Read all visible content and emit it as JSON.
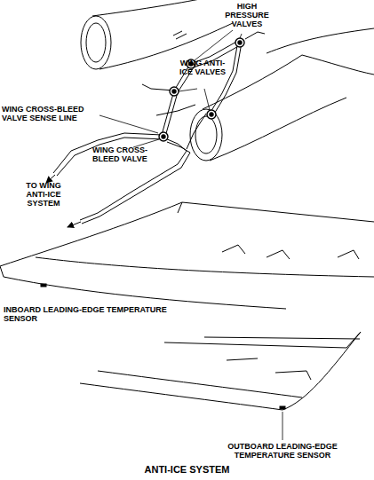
{
  "diagram": {
    "caption": "ANTI-ICE SYSTEM",
    "labels": [
      "HIGH PRESSURE VALVES",
      "WING ANTI-ICE VALVES",
      "WING CROSS-BLEED VALVE SENSE LINE",
      "WING CROSS-BLEED VALVE",
      "TO WING ANTI-ICE SYSTEM",
      "INBOARD LEADING-EDGE TEMPERATURE SENSOR",
      "OUTBOARD LEADING-EDGE TEMPERATURE SENSOR"
    ]
  }
}
